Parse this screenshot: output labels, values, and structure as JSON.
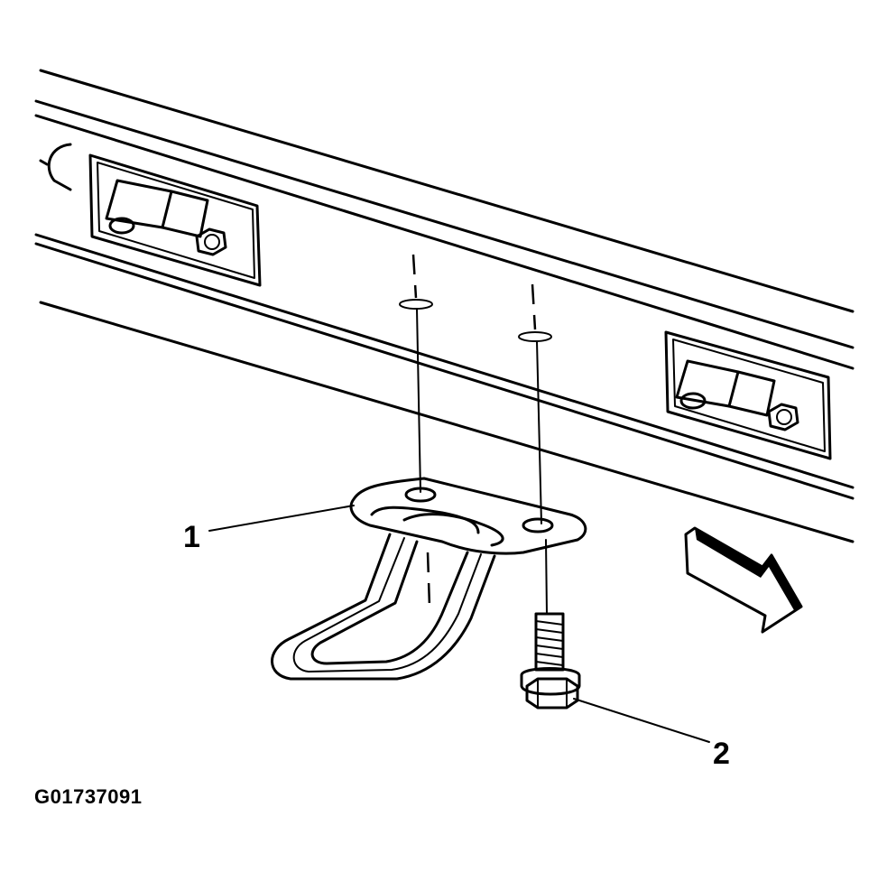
{
  "callouts": [
    {
      "number": "1"
    },
    {
      "number": "2"
    }
  ],
  "figure_id": "G01737091",
  "icons": [
    "frame-rail",
    "bracket-left",
    "bracket-right",
    "step-assembly",
    "bolt",
    "direction-arrow"
  ]
}
